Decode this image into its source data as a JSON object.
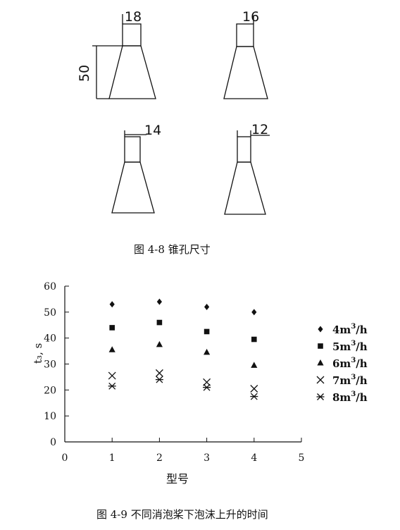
{
  "figure_4_8": {
    "caption": "图 4-8 锥孔尺寸",
    "height_label": "50",
    "widths": [
      "18",
      "16",
      "14",
      "12"
    ]
  },
  "figure_4_9": {
    "caption": "图 4-9 不同消泡桨下泡沫上升的时间"
  },
  "chart_data": {
    "type": "scatter",
    "title": "",
    "xlabel": "型号",
    "ylabel": "t₃, s",
    "xlim": [
      0,
      5
    ],
    "ylim": [
      0,
      60
    ],
    "x_ticks": [
      "0",
      "1",
      "2",
      "3",
      "4",
      "5"
    ],
    "y_ticks": [
      "0",
      "10",
      "20",
      "30",
      "40",
      "50",
      "60"
    ],
    "grid": false,
    "legend_position": "right",
    "x": [
      1,
      2,
      3,
      4
    ],
    "series": [
      {
        "name": "4m3/h",
        "label_main": "4m",
        "label_sup": "3",
        "label_tail": "/h",
        "marker": "diamond",
        "values": [
          53,
          54,
          52,
          50
        ]
      },
      {
        "name": "5m3/h",
        "label_main": "5m",
        "label_sup": "3",
        "label_tail": "/h",
        "marker": "square",
        "values": [
          44,
          46,
          42.5,
          39.5
        ]
      },
      {
        "name": "6m3/h",
        "label_main": "6m",
        "label_sup": "3",
        "label_tail": "/h",
        "marker": "triangle",
        "values": [
          35.5,
          37.5,
          34.5,
          29.5
        ]
      },
      {
        "name": "7m3/h",
        "label_main": "7m",
        "label_sup": "3",
        "label_tail": "/h",
        "marker": "x",
        "values": [
          25.5,
          26.5,
          23,
          20.5
        ]
      },
      {
        "name": "8m3/h",
        "label_main": "8m",
        "label_sup": "3",
        "label_tail": "/h",
        "marker": "star",
        "values": [
          21.5,
          24,
          21,
          17.5
        ]
      }
    ]
  }
}
